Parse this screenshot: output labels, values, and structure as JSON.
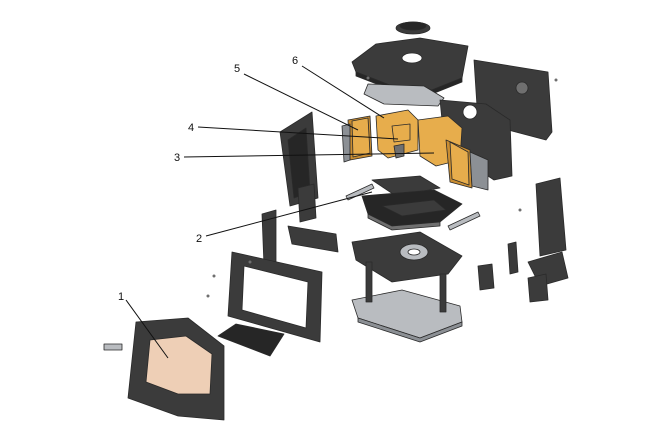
{
  "diagram": {
    "callouts": [
      {
        "number": "1"
      },
      {
        "number": "2"
      },
      {
        "number": "3"
      },
      {
        "number": "4"
      },
      {
        "number": "5"
      },
      {
        "number": "6"
      }
    ]
  },
  "colors": {
    "cast_iron": "#3b3b3b",
    "firebrick": "#e7ad4c",
    "steel": "#b9bcc0",
    "glass": "#eecfb6",
    "background": "#ffffff"
  }
}
